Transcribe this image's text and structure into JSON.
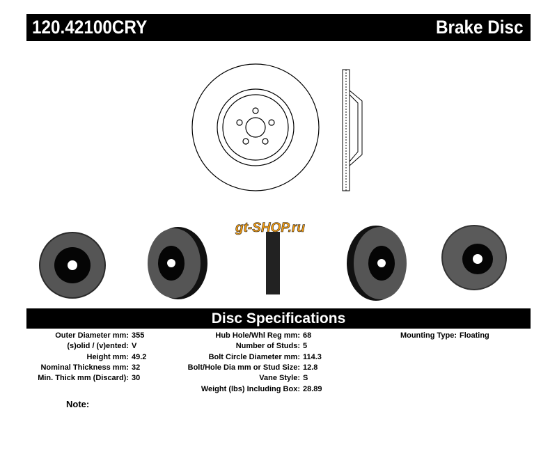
{
  "header": {
    "part_number": "120.42100CRY",
    "product_type": "Brake Disc"
  },
  "watermark": "gt-shop.ru",
  "spec_title": "Disc Specifications",
  "col1": [
    {
      "label": "Outer Diameter mm:",
      "value": "355"
    },
    {
      "label": "(s)olid / (v)ented:",
      "value": "V"
    },
    {
      "label": "Height mm:",
      "value": "49.2"
    },
    {
      "label": "Nominal Thickness mm:",
      "value": "32"
    },
    {
      "label": "Min. Thick mm (Discard):",
      "value": "30"
    }
  ],
  "col2": [
    {
      "label": "Hub Hole/Whl Reg mm:",
      "value": "68"
    },
    {
      "label": "Number of Studs:",
      "value": "5"
    },
    {
      "label": "Bolt Circle Diameter mm:",
      "value": "114.3"
    },
    {
      "label": "Bolt/Hole Dia mm or Stud Size:",
      "value": "12.8"
    },
    {
      "label": "Vane Style:",
      "value": "S"
    },
    {
      "label": "Weight (lbs) Including Box:",
      "value": "28.89"
    }
  ],
  "col3": [
    {
      "label": "Mounting Type:",
      "value": "Floating"
    }
  ],
  "note_label": "Note:"
}
